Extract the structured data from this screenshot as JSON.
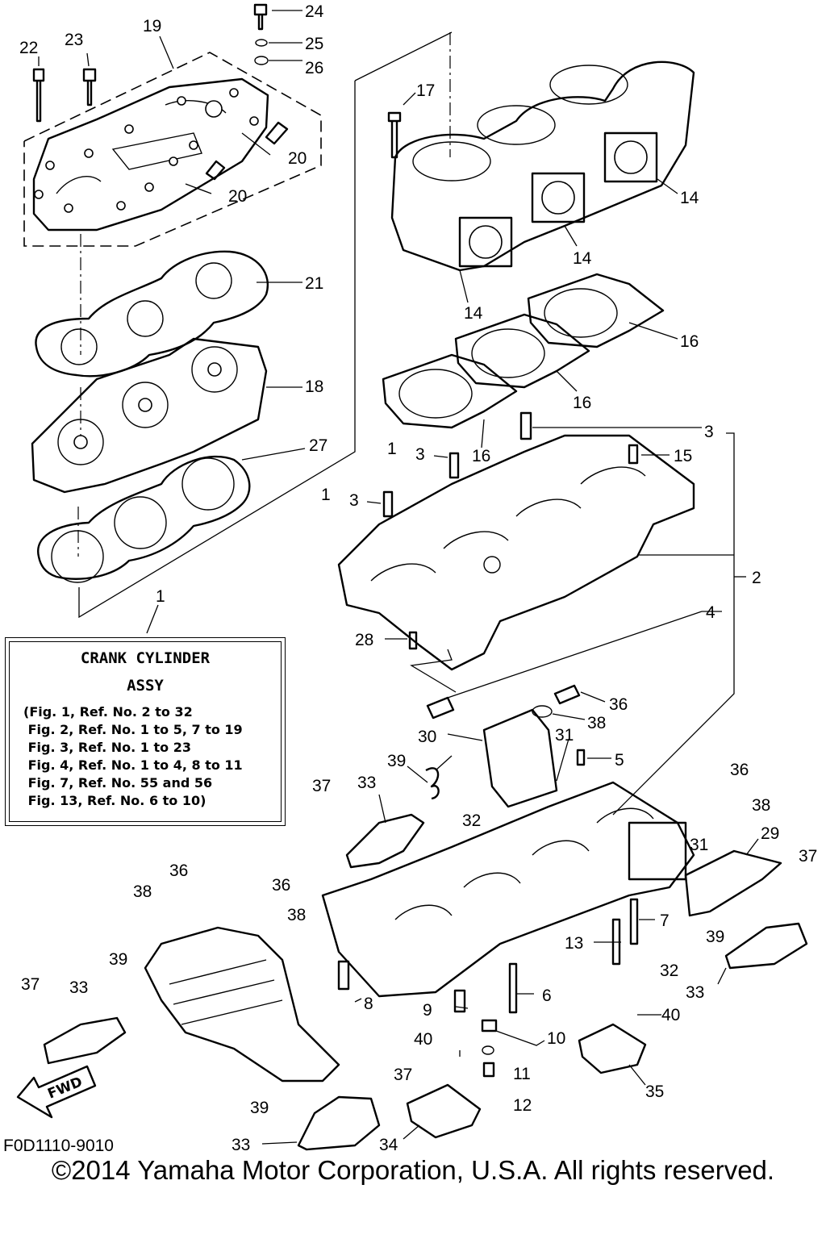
{
  "callouts": {
    "c1": "1",
    "c2": "2",
    "c3a": "3",
    "c3b": "1",
    "c3b_b": "3",
    "c3c": "1",
    "c3c_b": "3",
    "c4": "4",
    "c5": "5",
    "c6": "6",
    "c7": "7",
    "c8": "8",
    "c9": "9",
    "c10": "10",
    "c11": "11",
    "c12": "12",
    "c13": "13",
    "c14a": "14",
    "c14b": "14",
    "c14c": "14",
    "c15": "15",
    "c16a": "16",
    "c16b": "16",
    "c16c": "16",
    "c17": "17",
    "c18": "18",
    "c19": "19",
    "c20a": "20",
    "c20b": "20",
    "c21": "21",
    "c22": "22",
    "c23": "23",
    "c24": "24",
    "c25": "25",
    "c26": "26",
    "c27": "27",
    "c28": "28",
    "c29": "29",
    "c30": "30",
    "c31a": "31",
    "c31b": "31",
    "c32a": "32",
    "c32b": "32",
    "c33a": "33",
    "c33b": "33",
    "c33c": "33",
    "c33d": "33",
    "c34": "34",
    "c35": "35",
    "c36a": "36",
    "c36b": "36",
    "c36c": "36",
    "c36d": "36",
    "c37a": "37",
    "c37b": "37",
    "c37c": "37",
    "c37d": "37",
    "c38a": "38",
    "c38b": "38",
    "c38c": "38",
    "c38d": "38",
    "c39a": "39",
    "c39b": "39",
    "c39c": "39",
    "c39d": "39",
    "c40a": "40",
    "c40b": "40"
  },
  "note": {
    "title_line1": "CRANK CYLINDER",
    "title_line2": "ASSY",
    "lines": [
      "(Fig. 1, Ref. No. 2 to 32",
      " Fig. 2, Ref. No. 1 to 5, 7 to 19",
      " Fig. 3, Ref. No. 1 to 23",
      " Fig. 4, Ref. No. 1 to 4, 8 to 11",
      " Fig. 7, Ref. No. 55 and 56",
      " Fig. 13, Ref. No. 6 to 10)"
    ]
  },
  "fwd_label": "FWD",
  "figure_code": "F0D1110-9010",
  "copyright": "©2014 Yamaha Motor Corporation, U.S.A. All rights reserved."
}
